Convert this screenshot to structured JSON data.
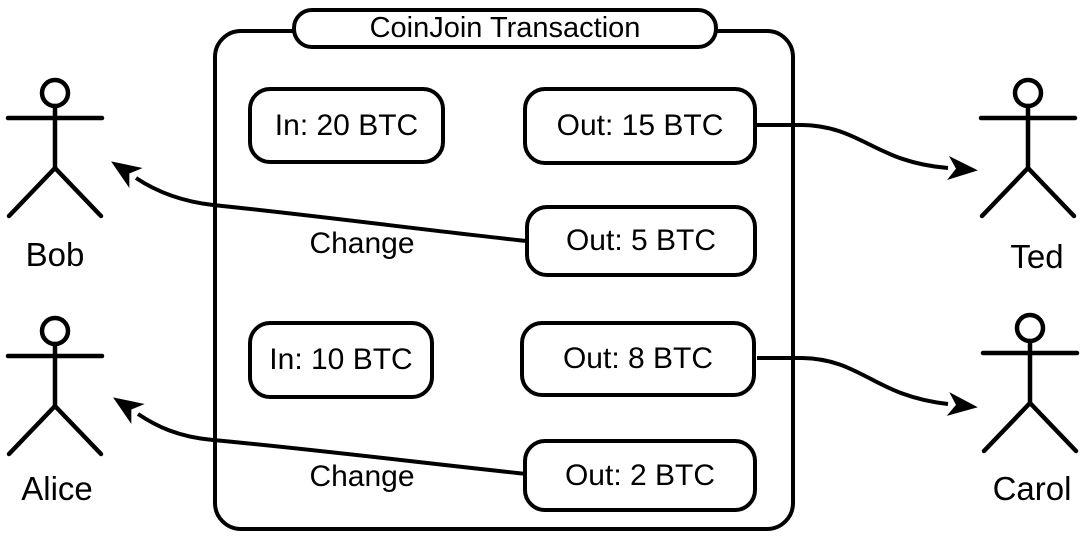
{
  "diagram": {
    "title": "CoinJoin Transaction",
    "inputs": [
      {
        "id": "in20",
        "label": "In: 20 BTC"
      },
      {
        "id": "in10",
        "label": "In: 10 BTC"
      }
    ],
    "outputs": [
      {
        "id": "out15",
        "label": "Out: 15 BTC",
        "recipient": "Ted"
      },
      {
        "id": "out5",
        "label": "Out: 5 BTC",
        "recipient": "Bob",
        "annotation": "Change"
      },
      {
        "id": "out8",
        "label": "Out: 8 BTC",
        "recipient": "Carol"
      },
      {
        "id": "out2",
        "label": "Out: 2 BTC",
        "recipient": "Alice",
        "annotation": "Change"
      }
    ],
    "participants": [
      {
        "name": "Bob",
        "position": "top-left"
      },
      {
        "name": "Alice",
        "position": "bottom-left"
      },
      {
        "name": "Ted",
        "position": "top-right"
      },
      {
        "name": "Carol",
        "position": "bottom-right"
      }
    ],
    "colors": {
      "line": "#000000",
      "background": "#ffffff",
      "text": "#000000"
    }
  }
}
